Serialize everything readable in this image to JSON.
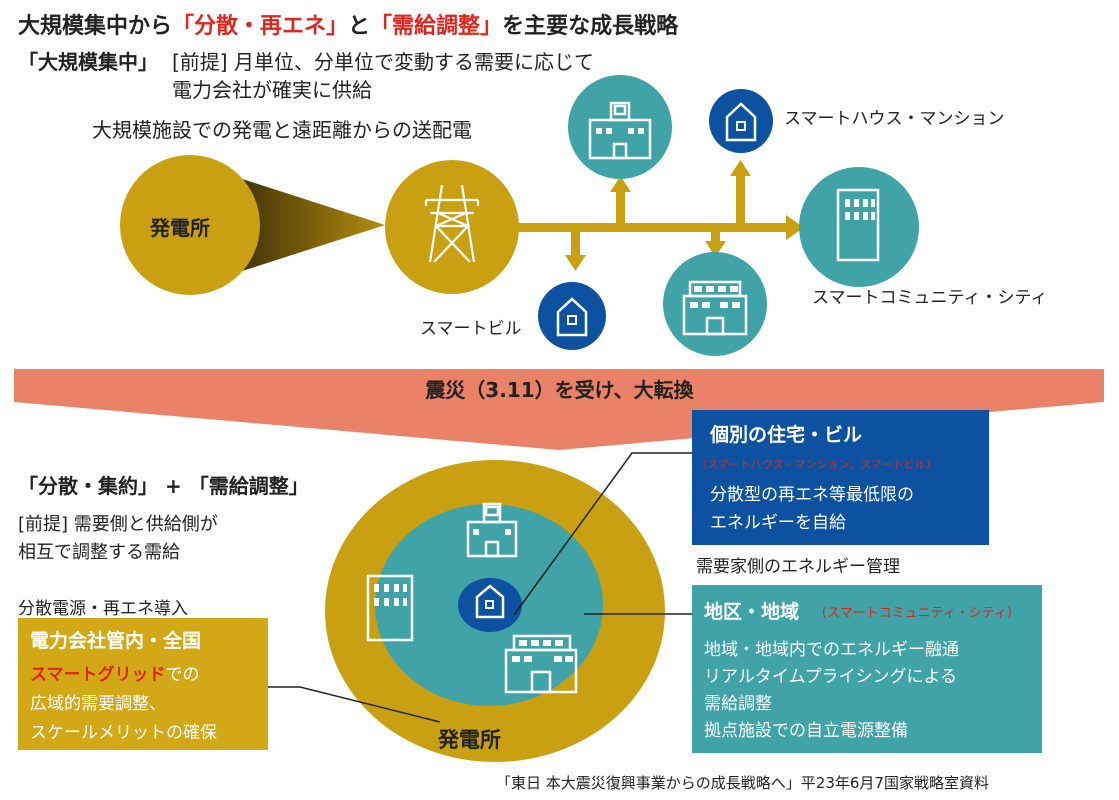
{
  "title": {
    "part1": "大規模集中から",
    "part2": "「分散・再エネ」",
    "part3": "と",
    "part4": "「需給調整」",
    "part5": "を主要な成長戦略"
  },
  "top": {
    "heading": "「大規模集中」",
    "premise_1": "[前提] 月単位、分単位で変動する需要に応じて",
    "premise_2": "電力会社が確実に供給",
    "description": "大規模施設での発電と遠距離からの送配電",
    "power_plant": "発電所",
    "smart_house_mansion": "スマートハウス・マンション",
    "smart_building": "スマートビル",
    "smart_community": "スマートコミュニティ・シティ"
  },
  "banner": "震災（3.11）を受け、大転換",
  "bottom": {
    "heading_1": "「分散・集約」",
    "heading_plus": "+",
    "heading_2": "「需給調整」",
    "premise_1": "[前提]  需要側と供給側が",
    "premise_2": "相互で調整する需給",
    "distributed_label": "分散電源・再エネ導入",
    "left_box": {
      "title": "電力会社管内・全国",
      "line1_red": "スマートグリッド",
      "line1_rest": "での",
      "line2": "広域的需要調整、",
      "line3": "スケールメリットの確保"
    },
    "house_box": {
      "title": "個別の住宅・ビル",
      "subtitle": "（スマートハウス・マンション、スマートビル）",
      "line1": "分散型の再エネ等最低限の",
      "line2": "エネルギーを自給"
    },
    "demand_label": "需要家側のエネルギー管理",
    "area_box": {
      "title": "地区・地域",
      "subtitle": "（スマートコミュニティ・シティ）",
      "line1": "地域・地域内でのエネルギー融通",
      "line2": "リアルタイムプライシングによる",
      "line3": "需給調整",
      "line4": "拠点施設での自立電源整備"
    },
    "power_plant": "発電所"
  },
  "footer": "「東日 本大震災復興事業からの成長戦略へ」平23年6月7国家戦略室資料",
  "colors": {
    "gold": "#c9a012",
    "teal": "#3fa3a8",
    "navy": "#0d52a0",
    "banner": "#e98266",
    "red": "#e0261c"
  }
}
